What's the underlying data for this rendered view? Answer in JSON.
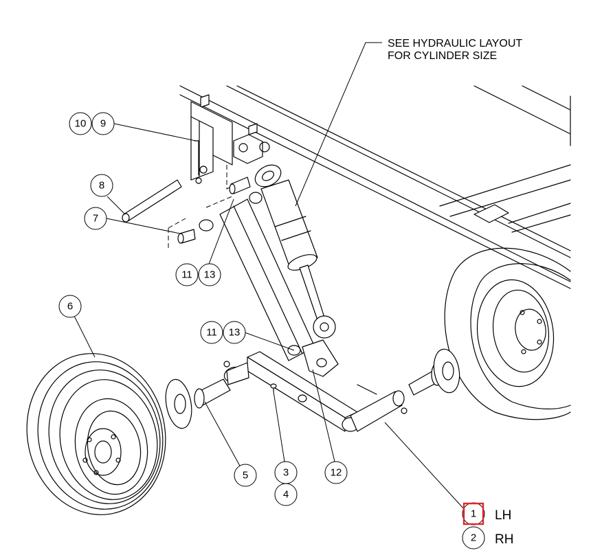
{
  "note": {
    "line1": "SEE HYDRAULIC LAYOUT",
    "line2": "FOR CYLINDER SIZE"
  },
  "balloons": {
    "b10": "10",
    "b9": "9",
    "b8": "8",
    "b7": "7",
    "b11a": "11",
    "b13a": "13",
    "b11b": "11",
    "b13b": "13",
    "b6": "6",
    "b5": "5",
    "b3": "3",
    "b4": "4",
    "b12": "12",
    "b1": "1",
    "b2": "2"
  },
  "sides": {
    "lh": "LH",
    "rh": "RH"
  },
  "colors": {
    "highlight": "#e0262c",
    "line": "#000000",
    "background": "#ffffff"
  }
}
